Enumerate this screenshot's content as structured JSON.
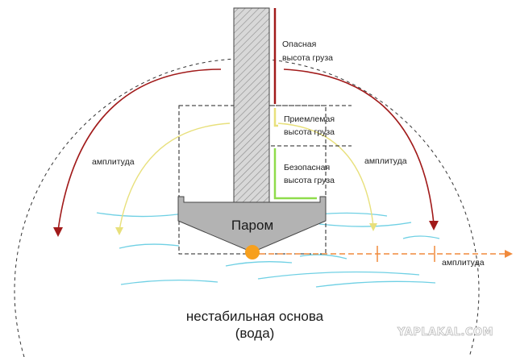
{
  "labels": {
    "danger_line1": "Опасная",
    "danger_line2": "высота груза",
    "acceptable_line1": "Приемлемая",
    "acceptable_line2": "высота груза",
    "safe_line1": "Безопасная",
    "safe_line2": "высота груза",
    "amplitude_left": "амплитуда",
    "amplitude_right": "амплитуда",
    "amplitude_horizontal": "амплитуда",
    "ferry": "Паром",
    "base_line1": "нестабильная основа",
    "base_line2": "(вода)",
    "watermark": "YAPLAKAL.COM"
  },
  "colors": {
    "danger": "#a11a1a",
    "acceptable": "#e8e07c",
    "safe": "#8fdc4b",
    "water": "#6fd0e4",
    "pivot": "#f7a01d",
    "amplitude_arrow": "#f08a3c",
    "hull": "#b3b3b3",
    "column": "#d6d6d6"
  }
}
